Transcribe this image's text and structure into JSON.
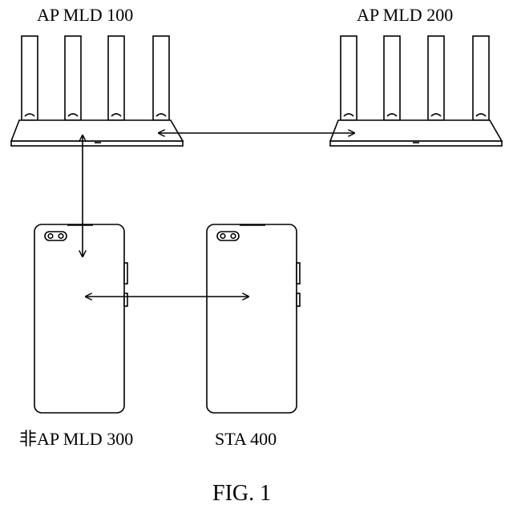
{
  "labels": {
    "ap100": "AP MLD 100",
    "ap200": "AP MLD 200",
    "non_ap300": "非AP MLD 300",
    "sta400": "STA 400",
    "caption": "FIG. 1"
  },
  "colors": {
    "stroke": "#000000",
    "background": "#ffffff"
  }
}
